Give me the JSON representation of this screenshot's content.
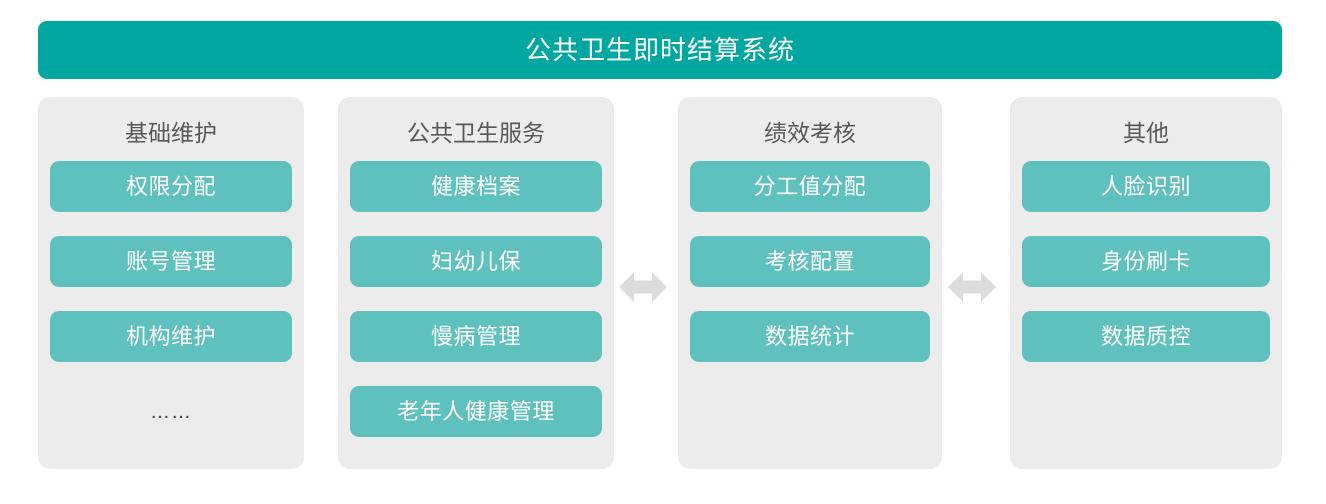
{
  "header": {
    "title": "公共卫生即时结算系统",
    "background_color": "#00a7a1",
    "text_color": "#ffffff"
  },
  "theme": {
    "page_background": "#ffffff",
    "panel_background": "#ececec",
    "pill_color": "#5fc1bd",
    "pill_text_color": "#ffffff",
    "column_header_color": "#585858",
    "arrow_color": "#dcdcdc"
  },
  "columns": [
    {
      "header": "基础维护",
      "items": [
        {
          "label": "权限分配",
          "style": "pill"
        },
        {
          "label": "账号管理",
          "style": "pill"
        },
        {
          "label": "机构维护",
          "style": "pill"
        },
        {
          "label": "……",
          "style": "ellipsis"
        }
      ]
    },
    {
      "header": "公共卫生服务",
      "items": [
        {
          "label": "健康档案",
          "style": "pill"
        },
        {
          "label": "妇幼儿保",
          "style": "pill"
        },
        {
          "label": "慢病管理",
          "style": "pill"
        },
        {
          "label": "老年人健康管理",
          "style": "pill"
        }
      ]
    },
    {
      "header": "绩效考核",
      "items": [
        {
          "label": "分工值分配",
          "style": "pill"
        },
        {
          "label": "考核配置",
          "style": "pill"
        },
        {
          "label": "数据统计",
          "style": "pill"
        }
      ]
    },
    {
      "header": "其他",
      "items": [
        {
          "label": "人脸识别",
          "style": "pill"
        },
        {
          "label": "身份刷卡",
          "style": "pill"
        },
        {
          "label": "数据质控",
          "style": "pill"
        }
      ]
    }
  ],
  "connectors": [
    {
      "icon": "double-arrow-horizontal-icon",
      "between": "公共卫生服务 ↔ 绩效考核"
    },
    {
      "icon": "double-arrow-horizontal-icon",
      "between": "绩效考核 ↔ 其他"
    }
  ]
}
